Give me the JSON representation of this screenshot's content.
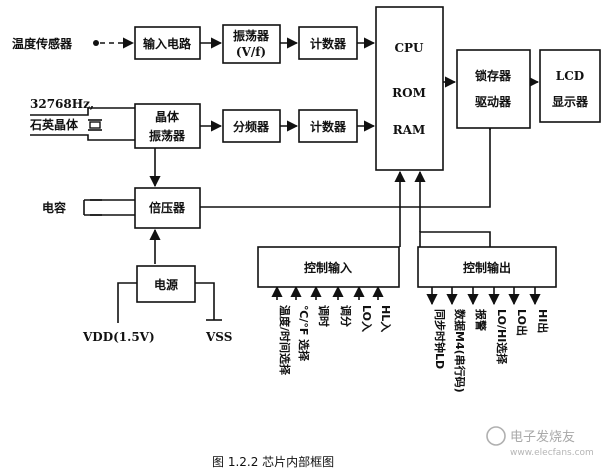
{
  "blocks": {
    "temp_sensor": "温度传感器",
    "input_circuit": "输入电路",
    "oscillator_line1": "振荡器",
    "oscillator_line2": "(V/f)",
    "counter_1": "计数器",
    "crystal_note_line1": "32768Hz,",
    "crystal_note_line2": "石英晶体",
    "crystal_osc_line1": "晶体",
    "crystal_osc_line2": "振荡器",
    "divider": "分频器",
    "counter_2": "计数器",
    "cpu": "CPU",
    "rom": "ROM",
    "ram": "RAM",
    "latch_line1": "锁存器",
    "latch_line2": "驱动器",
    "lcd_line1": "LCD",
    "lcd_line2": "显示器",
    "capacitor": "电容",
    "multiplier": "倍压器",
    "power": "电源",
    "vdd": "VDD(1.5V)",
    "vss": "VSS",
    "control_input": "控制输入",
    "control_output": "控制输出"
  },
  "control_inputs": [
    "温度/时间选择",
    "℃/°F 选择",
    "调时",
    "调分",
    "LO入",
    "HL入"
  ],
  "control_outputs": [
    "同步时钟LD",
    "数据M4(串行码)",
    "报警",
    "LO/HI选择",
    "LO出",
    "HI出"
  ],
  "caption": "图 1.2.2   芯片内部框图",
  "watermark": {
    "main": "电子发烧友",
    "url": "www.elecfans.com"
  }
}
